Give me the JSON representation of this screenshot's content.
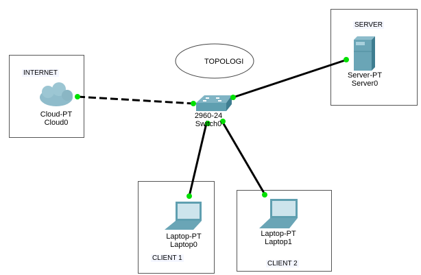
{
  "title_note": "TOPOLOGI",
  "areas": {
    "internet": "INTERNET",
    "server": "SERVER",
    "client1": "CLIENT 1",
    "client2": "CLIENT 2"
  },
  "devices": {
    "cloud": {
      "model": "Cloud-PT",
      "name": "Cloud0"
    },
    "switch": {
      "model": "2960-24",
      "name": "Switch0"
    },
    "server": {
      "model": "Server-PT",
      "name": "Server0"
    },
    "laptop0": {
      "model": "Laptop-PT",
      "name": "Laptop0"
    },
    "laptop1": {
      "model": "Laptop-PT",
      "name": "Laptop1"
    }
  },
  "links": [
    {
      "from": "Cloud0",
      "to": "Switch0",
      "style": "dashed"
    },
    {
      "from": "Switch0",
      "to": "Server0",
      "style": "solid"
    },
    {
      "from": "Switch0",
      "to": "Laptop0",
      "style": "solid"
    },
    {
      "from": "Switch0",
      "to": "Laptop1",
      "style": "solid"
    }
  ],
  "colors": {
    "link": "#000000",
    "port_up": "#00e000",
    "device": "#5f9fb0"
  }
}
